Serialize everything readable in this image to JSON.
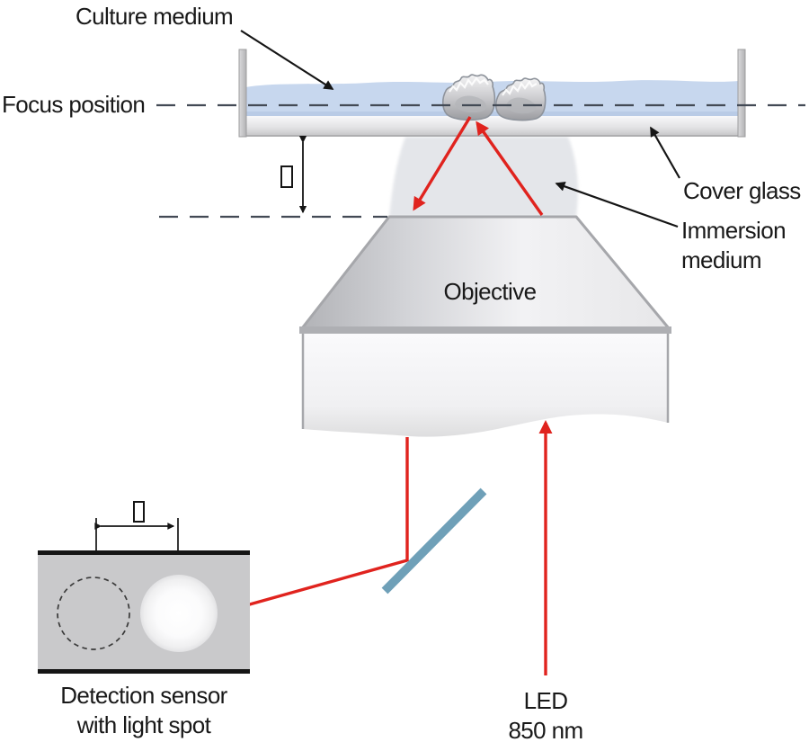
{
  "figure": {
    "type": "optics-autofocus-schematic",
    "labels": {
      "culture_medium": "Culture medium",
      "focus_position": "Focus position",
      "cover_glass": "Cover glass",
      "immersion_line1": "Immersion",
      "immersion_line2": "medium",
      "objective": "Objective",
      "sensor_line1": "Detection sensor",
      "sensor_line2": "with light spot",
      "led_line1": "LED",
      "led_line2": "850 nm"
    },
    "symbols": {
      "focus_offset_placeholder": "▯",
      "spot_shift_placeholder": "▯"
    },
    "colors": {
      "beam_red": "#e0231e",
      "mirror_blue": "#6fa0b8",
      "culture_medium_blue": "#c7d7ee",
      "label_black": "#191919",
      "sensor_gray": "#c9c9cb",
      "glass_gray": "#c6c6c8",
      "objective_gray": "#d9dadd",
      "dash_line": "#3f4550"
    }
  }
}
